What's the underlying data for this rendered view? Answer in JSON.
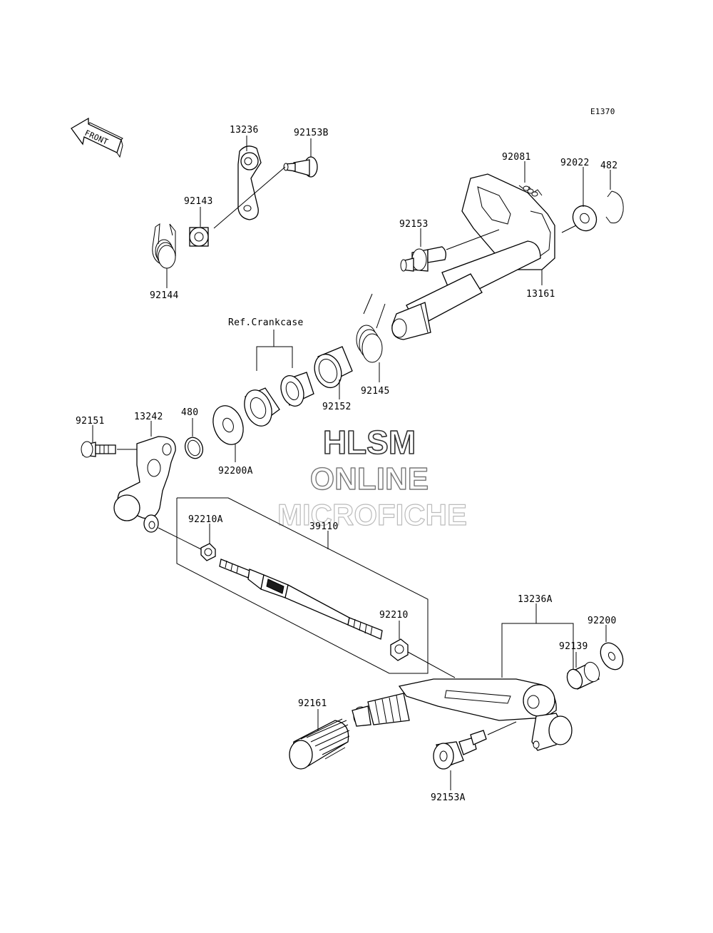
{
  "diagram_code": "E1370",
  "front_arrow": "FRONT",
  "ref_note": "Ref.Crankcase",
  "watermark": {
    "line1": "HLSM",
    "line2": "ONLINE",
    "line3": "MICROFICHE"
  },
  "parts": {
    "p13236": "13236",
    "p92153B": "92153B",
    "p92143": "92143",
    "p92144": "92144",
    "p92081": "92081",
    "p482": "482",
    "p92022": "92022",
    "p92153": "92153",
    "p13161": "13161",
    "p92145": "92145",
    "p92152": "92152",
    "p92151": "92151",
    "p13242": "13242",
    "p480": "480",
    "p92200A": "92200A",
    "p92210A": "92210A",
    "p39110": "39110",
    "p92210": "92210",
    "p13236A": "13236A",
    "p92200": "92200",
    "p92139": "92139",
    "p92161": "92161",
    "p92153A": "92153A"
  }
}
